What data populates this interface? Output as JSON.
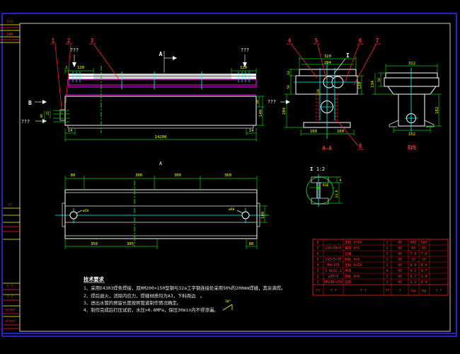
{
  "corner": {
    "row1": "???",
    "row2": "CAD"
  },
  "strip": {
    "m1": "??",
    "m2": "?  ?",
    "m3": "?  ?",
    "m4": "?????",
    "m5": "?????"
  },
  "elevation": {
    "balloons": {
      "b1": "1",
      "b2": "2",
      "b3": "3"
    },
    "labels": {
      "unknown_top_left": "???",
      "unknown_top_right": "???",
      "unknown_left": "???",
      "section_b": "B",
      "section_a": "A"
    },
    "dims": {
      "offset5": "5",
      "left120": "120",
      "right120": "120",
      "v40": "40",
      "v25": "25",
      "left14": "14",
      "right14": "14",
      "total": "14200",
      "v29": "29",
      "v140": "140"
    }
  },
  "section_aa": {
    "title": "A-A",
    "detail_marker": "I",
    "unknown_label": "???",
    "balloons": {
      "b4": "4",
      "b5": "5",
      "b6": "6",
      "b7": "7",
      "b8": "8"
    },
    "dims": {
      "w320": "320",
      "w294": "294",
      "h120": "120",
      "t14": "14",
      "h50": "50",
      "h284": "284",
      "v116": "116",
      "l160": "160",
      "r160": "160"
    }
  },
  "view_b": {
    "title": "B向",
    "dims": {
      "w312": "312",
      "h50": "50",
      "h134": "134",
      "h182": "182",
      "w152": "152"
    }
  },
  "detail_i": {
    "marker": "I",
    "scale": "1:2",
    "dims": {
      "r16": "R16",
      "t8": "8",
      "h136": "13.6"
    }
  },
  "plan": {
    "view_label": "A",
    "hole_left": "ø50",
    "hole_right": "ø60",
    "dims": {
      "t80": "80",
      "t300a": "300",
      "t300b": "300",
      "t360": "360",
      "b350": "350",
      "b305": "305",
      "b80": "80",
      "r100": "100"
    }
  },
  "notes": {
    "title": "技术要求",
    "line1": "1、采用E4303焊条焊接，双HM200×150型钢与32a工字钢连接处采用50%的200mm焊缝，其余满焊。",
    "line2": "2、焊后退火，消除内应力，焊缝材质均为A3，下料周边　。",
    "line3": "3、进出水管的预留长度按照管道制作情况确定。",
    "line4": "4、制作完成后打压试验，水压>0.6MPa，保压30min内不得渗漏。",
    "weld_angle": "30°"
  },
  "bom": {
    "header": [
      "??",
      "?  ?",
      "?  ?",
      "??",
      "?",
      "kg",
      "kg",
      "?  ?"
    ],
    "rows": [
      {
        "no": "8",
        "code": "",
        "name": "垫板 δ=10",
        "qty": "1",
        "mat": "45",
        "unit": "400",
        "total": "500"
      },
      {
        "no": "7",
        "code": "L50×50×5",
        "name": "角钢 δ=5",
        "qty": "1",
        "mat": "45",
        "unit": "80",
        "total": "80"
      },
      {
        "no": "6",
        "code": "",
        "name": "丝堵",
        "qty": "1",
        "mat": "45",
        "unit": "7.0",
        "total": "7.0"
      },
      {
        "no": "5",
        "code": "L50×5×75",
        "name": "筋板 δ=6",
        "qty": "1",
        "mat": "45",
        "unit": "20",
        "total": "20"
      },
      {
        "no": "4",
        "code": "M4×135",
        "name": "垫板 δ=14",
        "qty": "1",
        "mat": "45",
        "unit": "8.8",
        "total": "8.4"
      },
      {
        "no": "3",
        "code": "I No32.1",
        "name": "吊耳",
        "qty": "4",
        "mat": "45",
        "unit": "4.1",
        "total": "4.7"
      },
      {
        "no": "2",
        "code": "∅25×5",
        "name": "筋板 δ=6",
        "qty": "1",
        "mat": "45",
        "unit": "0.7",
        "total": "1.4"
      },
      {
        "no": "1",
        "code": "HM200×150",
        "name": "型钢",
        "qty": "1",
        "mat": "45",
        "unit": "3.2",
        "total": "6.4"
      }
    ]
  }
}
